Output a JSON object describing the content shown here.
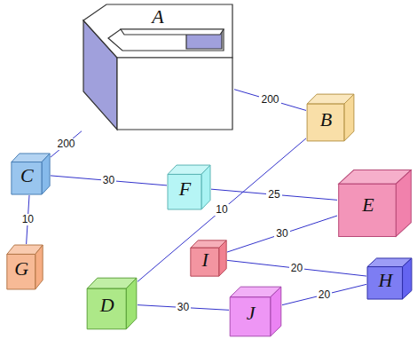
{
  "diagram": {
    "nodes": [
      {
        "text": [
          "A"
        ]
      },
      {
        "text": [
          "B"
        ]
      },
      {
        "text": [
          "C"
        ]
      },
      {
        "text": [
          "D"
        ]
      },
      {
        "text": [
          "E"
        ]
      },
      {
        "text": [
          "F"
        ]
      },
      {
        "text": [
          "G"
        ]
      },
      {
        "text": [
          "H"
        ]
      },
      {
        "text": [
          "I"
        ]
      },
      {
        "text": [
          "J"
        ]
      }
    ],
    "edges": [
      {
        "from": 0,
        "to": 2,
        "label": "200",
        "arrow": "none"
      },
      {
        "from": 0,
        "to": 1,
        "label": "200",
        "arrow": "none"
      },
      {
        "from": 2,
        "to": 5,
        "label": "30",
        "arrow": "none"
      },
      {
        "from": 2,
        "to": 6,
        "label": "10",
        "arrow": "none"
      },
      {
        "from": 5,
        "to": 4,
        "label": "25",
        "arrow": "none"
      },
      {
        "from": 1,
        "to": 3,
        "label": "10",
        "arrow": "none"
      },
      {
        "from": 8,
        "to": 4,
        "label": "30",
        "arrow": "none"
      },
      {
        "from": 8,
        "to": 7,
        "label": "20",
        "arrow": "none"
      },
      {
        "from": 3,
        "to": 9,
        "label": "30",
        "arrow": "none"
      },
      {
        "from": 9,
        "to": 7,
        "label": "20",
        "arrow": "none"
      }
    ]
  }
}
